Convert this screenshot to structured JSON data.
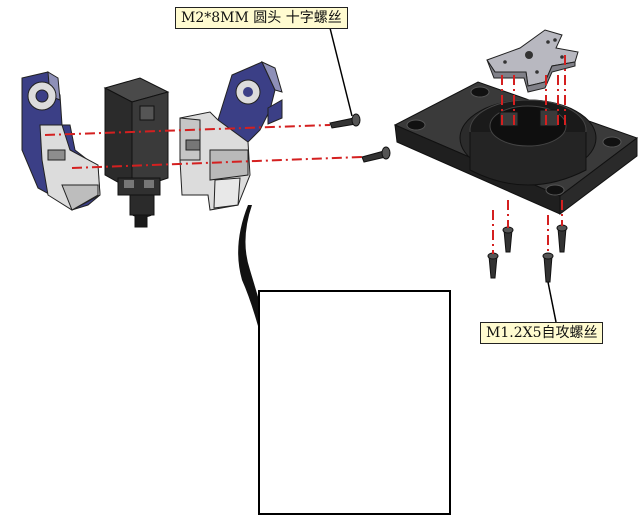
{
  "callouts": {
    "top_label": "M2*8MM 圆头 十字螺丝",
    "bottom_label": "M1.2X5自攻螺丝"
  },
  "colors": {
    "assembly_line": "#d42020",
    "part_blue": "#3b3f86",
    "part_gray": "#dcdcdc",
    "part_black": "#2b2b2b",
    "callout_fill": "#fffbd0",
    "inset_border": "#000000"
  },
  "parts": [
    "left-bracket",
    "servo-motor",
    "right-bracket",
    "m2-screw-upper",
    "m2-screw-lower",
    "servo-horn",
    "servo-mount-base",
    "self-tapping-screws",
    "section-detail-inset"
  ]
}
